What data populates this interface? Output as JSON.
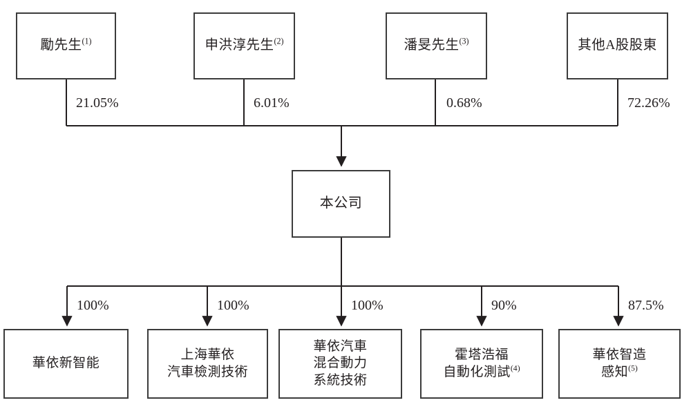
{
  "diagram": {
    "type": "org-chart",
    "title": "",
    "colors": {
      "box_border": "#3b3b3b",
      "line": "#231f20",
      "text": "#231f20",
      "background": "#ffffff"
    },
    "shareholders": [
      {
        "name": "勵先生",
        "footnote": "(1)",
        "percent": "21.05%"
      },
      {
        "name": "申洪淳先生",
        "footnote": "(2)",
        "percent": "6.01%"
      },
      {
        "name": "潘旻先生",
        "footnote": "(3)",
        "percent": "0.68%"
      },
      {
        "name": "其他A股股東",
        "footnote": "",
        "percent": "72.26%"
      }
    ],
    "company": {
      "name": "本公司",
      "footnote": ""
    },
    "subsidiaries": [
      {
        "name": "華依新智能",
        "footnote": "",
        "percent": "100%"
      },
      {
        "name": "上海華依\n汽車檢測技術",
        "footnote": "",
        "percent": "100%"
      },
      {
        "name": "華依汽車\n混合動力\n系統技術",
        "footnote": "",
        "percent": "100%"
      },
      {
        "name": "霍塔浩福\n自動化測試",
        "footnote": "(4)",
        "percent": "90%"
      },
      {
        "name": "華依智造\n感知",
        "footnote": "(5)",
        "percent": "87.5%"
      }
    ]
  }
}
